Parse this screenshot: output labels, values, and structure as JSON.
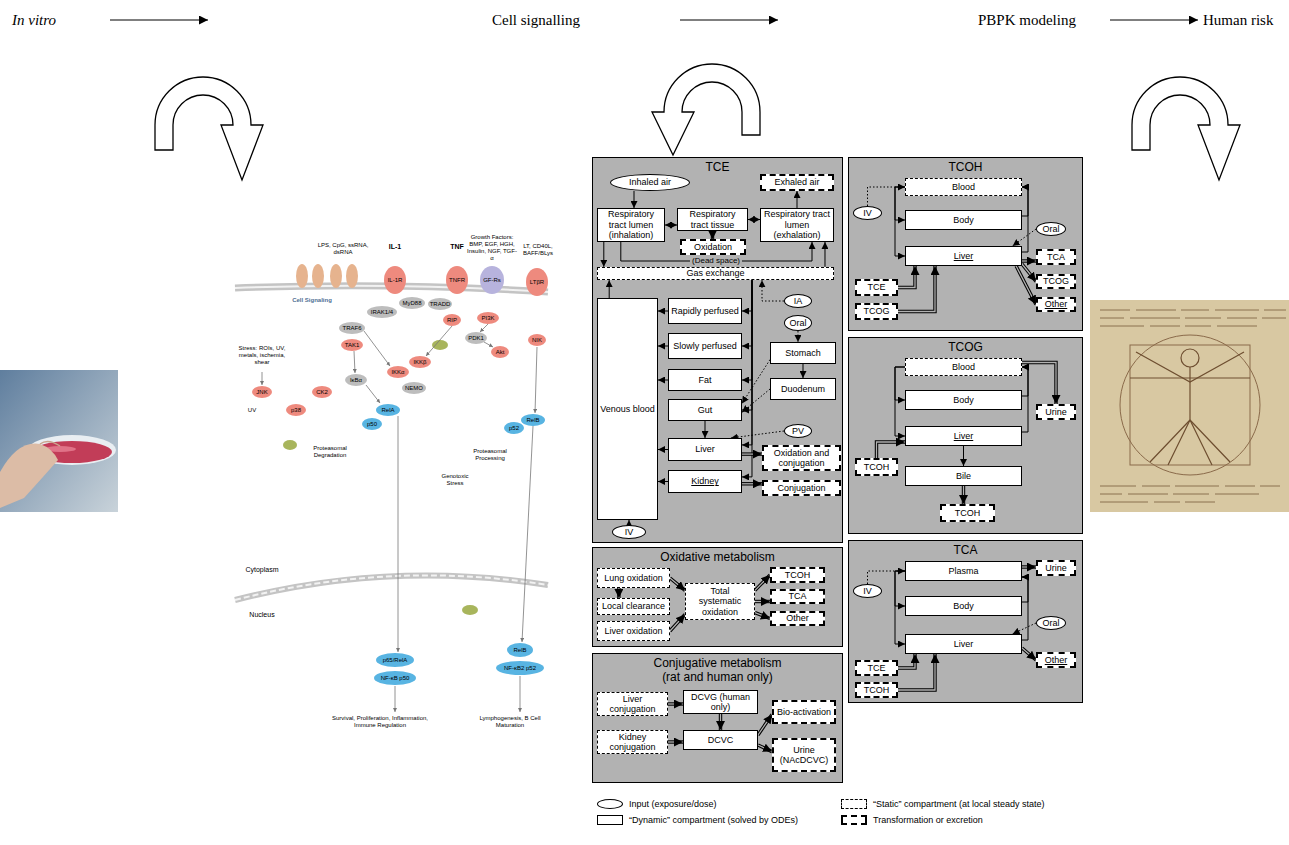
{
  "diagram": {
    "nodes": [
      {
        "text": [
          "TCE"
        ]
      },
      {
        "text": [
          "Inhaled air"
        ],
        "in": 0
      },
      {
        "text": [
          "Exhaled air"
        ],
        "in": 0
      },
      {
        "text": [
          "Respiratory tract lumen (inhalation)"
        ],
        "in": 0
      },
      {
        "text": [
          "Respiratory tract tissue"
        ],
        "in": 0
      },
      {
        "text": [
          "Respiratory tract lumen (exhalation)"
        ],
        "in": 0
      },
      {
        "text": [
          "Oxidation"
        ],
        "in": 0
      },
      {
        "text": [
          "Gas exchange"
        ],
        "in": 0
      },
      {
        "text": [
          "Venous blood"
        ],
        "in": 0
      },
      {
        "text": [
          "Rapidly perfused"
        ],
        "in": 0
      },
      {
        "text": [
          "IA"
        ],
        "in": 0
      },
      {
        "text": [
          "Slowly perfused"
        ],
        "in": 0
      },
      {
        "text": [
          "Oral"
        ],
        "in": 0
      },
      {
        "text": [
          "Stomach"
        ],
        "in": 0
      },
      {
        "text": [
          "Fat"
        ],
        "in": 0
      },
      {
        "text": [
          "Duodenum"
        ],
        "in": 0
      },
      {
        "text": [
          "Gut"
        ],
        "in": 0
      },
      {
        "text": [
          "PV"
        ],
        "in": 0
      },
      {
        "text": [
          "Liver"
        ],
        "in": 0
      },
      {
        "text": [
          "Oxidation and conjugation"
        ],
        "in": 0
      },
      {
        "text": [
          "Kidney"
        ],
        "in": 0
      },
      {
        "text": [
          "Conjugation"
        ],
        "in": 0
      },
      {
        "text": [
          "IV"
        ],
        "in": 0
      },
      {
        "text": [
          "Oxidative metabolism"
        ]
      },
      {
        "text": [
          "Lung oxidation"
        ],
        "in": 23
      },
      {
        "text": [
          "Local clearance"
        ],
        "in": 23
      },
      {
        "text": [
          "Liver oxidation"
        ],
        "in": 23
      },
      {
        "text": [
          "Total systematic oxidation"
        ],
        "in": 23
      },
      {
        "text": [
          "TCOH"
        ],
        "in": 23
      },
      {
        "text": [
          "TCA"
        ],
        "in": 23
      },
      {
        "text": [
          "Other"
        ],
        "in": 23
      },
      {
        "text": [
          "Conjugative metabolism (rat and human only)"
        ]
      },
      {
        "text": [
          "Liver conjugation"
        ],
        "in": 31
      },
      {
        "text": [
          "DCVG (human only)"
        ],
        "in": 31
      },
      {
        "text": [
          "Kidney conjugation"
        ],
        "in": 31
      },
      {
        "text": [
          "DCVC"
        ],
        "in": 31
      },
      {
        "text": [
          "Bio-activation"
        ],
        "in": 31
      },
      {
        "text": [
          "Urine (NAcDCVC)"
        ],
        "in": 31
      },
      {
        "text": [
          "TCOH"
        ]
      },
      {
        "text": [
          "Blood"
        ],
        "in": 38
      },
      {
        "text": [
          "IV"
        ],
        "in": 38
      },
      {
        "text": [
          "Body"
        ],
        "in": 38
      },
      {
        "text": [
          "Oral"
        ],
        "in": 38
      },
      {
        "text": [
          "Liver"
        ],
        "in": 38
      },
      {
        "text": [
          "TCA"
        ],
        "in": 38
      },
      {
        "text": [
          "TCE"
        ],
        "in": 38
      },
      {
        "text": [
          "TCOG"
        ],
        "in": 38
      },
      {
        "text": [
          "TCOG"
        ],
        "in": 38
      },
      {
        "text": [
          "Other"
        ],
        "in": 38
      },
      {
        "text": [
          "TCOG"
        ]
      },
      {
        "text": [
          "Blood"
        ],
        "in": 49
      },
      {
        "text": [
          "Body"
        ],
        "in": 49
      },
      {
        "text": [
          "Urine"
        ],
        "in": 49
      },
      {
        "text": [
          "Liver"
        ],
        "in": 49
      },
      {
        "text": [
          "TCOH"
        ],
        "in": 49
      },
      {
        "text": [
          "Bile"
        ],
        "in": 49
      },
      {
        "text": [
          "TCOH"
        ],
        "in": 49
      },
      {
        "text": [
          "TCA"
        ]
      },
      {
        "text": [
          "Plasma"
        ],
        "in": 57
      },
      {
        "text": [
          "IV"
        ],
        "in": 57
      },
      {
        "text": [
          "Urine"
        ],
        "in": 57
      },
      {
        "text": [
          "Body"
        ],
        "in": 57
      },
      {
        "text": [
          "Oral"
        ],
        "in": 57
      },
      {
        "text": [
          "Liver"
        ],
        "in": 57
      },
      {
        "text": [
          "TCE"
        ],
        "in": 57
      },
      {
        "text": [
          "Other"
        ],
        "in": 57
      },
      {
        "text": [
          "TCOH"
        ],
        "in": 57
      }
    ],
    "edges": [
      {
        "from": 1,
        "to": 3,
        "arrow": "to"
      },
      {
        "from": 3,
        "to": 4,
        "arrow": "both"
      },
      {
        "from": 4,
        "to": 5,
        "arrow": "both"
      },
      {
        "from": 4,
        "to": 6,
        "arrow": "to"
      },
      {
        "from": 5,
        "to": 2,
        "arrow": "to"
      },
      {
        "from": 3,
        "to": 5,
        "label": "(Dead space)",
        "arrow": "to"
      },
      {
        "from": 3,
        "to": 7,
        "arrow": "to"
      },
      {
        "from": 7,
        "to": 5,
        "arrow": "to"
      },
      {
        "from": 8,
        "to": 7,
        "arrow": "to"
      },
      {
        "from": 7,
        "to": 9,
        "arrow": "to"
      },
      {
        "from": 7,
        "to": 11,
        "arrow": "to"
      },
      {
        "from": 7,
        "to": 14,
        "arrow": "to"
      },
      {
        "from": 7,
        "to": 16,
        "arrow": "to"
      },
      {
        "from": 7,
        "to": 18,
        "arrow": "to"
      },
      {
        "from": 7,
        "to": 20,
        "arrow": "to"
      },
      {
        "from": 9,
        "to": 8,
        "arrow": "to"
      },
      {
        "from": 11,
        "to": 8,
        "arrow": "to"
      },
      {
        "from": 14,
        "to": 8,
        "arrow": "to"
      },
      {
        "from": 18,
        "to": 8,
        "arrow": "to"
      },
      {
        "from": 20,
        "to": 8,
        "arrow": "to"
      },
      {
        "from": 16,
        "to": 18,
        "arrow": "to"
      },
      {
        "from": 10,
        "to": 7,
        "arrow": "to"
      },
      {
        "from": 12,
        "to": 13,
        "arrow": "to"
      },
      {
        "from": 13,
        "to": 15,
        "arrow": "to"
      },
      {
        "from": 13,
        "to": 16,
        "arrow": "to"
      },
      {
        "from": 15,
        "to": 16,
        "arrow": "to"
      },
      {
        "from": 17,
        "to": 18,
        "arrow": "to"
      },
      {
        "from": 18,
        "to": 19,
        "arrow": "to"
      },
      {
        "from": 20,
        "to": 21,
        "arrow": "to"
      },
      {
        "from": 22,
        "to": 8,
        "arrow": "to"
      },
      {
        "from": 24,
        "to": 25,
        "arrow": "to"
      },
      {
        "from": 24,
        "to": 27,
        "arrow": "to"
      },
      {
        "from": 26,
        "to": 27,
        "arrow": "to"
      },
      {
        "from": 27,
        "to": 28,
        "arrow": "to"
      },
      {
        "from": 27,
        "to": 29,
        "arrow": "to"
      },
      {
        "from": 27,
        "to": 30,
        "arrow": "to"
      },
      {
        "from": 32,
        "to": 33,
        "arrow": "to"
      },
      {
        "from": 33,
        "to": 35,
        "arrow": "to"
      },
      {
        "from": 34,
        "to": 35,
        "arrow": "to"
      },
      {
        "from": 35,
        "to": 36,
        "arrow": "to"
      },
      {
        "from": 35,
        "to": 37,
        "arrow": "to"
      },
      {
        "from": 39,
        "to": 41,
        "arrow": "to"
      },
      {
        "from": 39,
        "to": 43,
        "arrow": "to"
      },
      {
        "from": 41,
        "to": 39,
        "arrow": "to"
      },
      {
        "from": 43,
        "to": 39,
        "arrow": "to"
      },
      {
        "from": 40,
        "to": 39,
        "arrow": "to"
      },
      {
        "from": 42,
        "to": 43,
        "arrow": "to"
      },
      {
        "from": 43,
        "to": 44,
        "arrow": "to"
      },
      {
        "from": 43,
        "to": 46,
        "arrow": "to"
      },
      {
        "from": 43,
        "to": 48,
        "arrow": "to"
      },
      {
        "from": 45,
        "to": 43,
        "arrow": "to"
      },
      {
        "from": 47,
        "to": 43,
        "arrow": "to"
      },
      {
        "from": 50,
        "to": 51,
        "arrow": "to"
      },
      {
        "from": 50,
        "to": 53,
        "arrow": "to"
      },
      {
        "from": 51,
        "to": 50,
        "arrow": "to"
      },
      {
        "from": 53,
        "to": 50,
        "arrow": "to"
      },
      {
        "from": 50,
        "to": 52,
        "arrow": "to"
      },
      {
        "from": 54,
        "to": 53,
        "arrow": "to"
      },
      {
        "from": 53,
        "to": 55,
        "arrow": "to"
      },
      {
        "from": 55,
        "to": 56,
        "arrow": "to"
      },
      {
        "from": 58,
        "to": 61,
        "arrow": "to"
      },
      {
        "from": 58,
        "to": 63,
        "arrow": "to"
      },
      {
        "from": 61,
        "to": 58,
        "arrow": "to"
      },
      {
        "from": 63,
        "to": 58,
        "arrow": "to"
      },
      {
        "from": 58,
        "to": 60,
        "arrow": "to"
      },
      {
        "from": 59,
        "to": 58,
        "arrow": "to"
      },
      {
        "from": 62,
        "to": 63,
        "arrow": "to"
      },
      {
        "from": 64,
        "to": 63,
        "arrow": "to"
      },
      {
        "from": 66,
        "to": 63,
        "arrow": "to"
      },
      {
        "from": 63,
        "to": 65,
        "arrow": "to"
      }
    ],
    "labels": [
      "In vitro",
      "Cell signalling",
      "PBPK modeling",
      "Human risk",
      "IL-1",
      "TNF",
      "Growth Factors: BMP, EGF, HGH, Insulin, NGF, TGF-α",
      "LT, CD40L, BAFF/BLys",
      "LPS, CpG, ssRNA, dsRNA",
      "IL-1R",
      "TNFR",
      "GF-Rs",
      "LTβR",
      "IRAK1/4",
      "MyD88",
      "TRAF6",
      "TAK1",
      "TRADD",
      "RIP",
      "PI3K",
      "PDK1",
      "Akt",
      "NIK",
      "IKKα",
      "IKKβ",
      "NEMO",
      "JNK",
      "p38",
      "CK2",
      "IκBα",
      "RelA",
      "p50",
      "RelB",
      "p52",
      "Stress: ROIs, UV, metals, ischemia, shear",
      "UV",
      "Genotoxic Stress",
      "Proteasomal Degradation",
      "Proteasomal Processing",
      "Cytoplasm",
      "Nucleus",
      "p65/RelA",
      "NF-κB p50",
      "RelB",
      "NF-κB2 p52",
      "Survival, Proliferation, Inflammation, Immune Regulation",
      "Lymphogenesis, B Cell Maturation",
      "Cell Signaling"
    ],
    "legend": [
      {
        "text": "Input (exposure/dose)"
      },
      {
        "text": "“Dynamic” compartment (solved by ODEs)"
      },
      {
        "text": "“Static” compartment (at local steady state)"
      },
      {
        "text": "Transformation or excretion"
      }
    ]
  }
}
